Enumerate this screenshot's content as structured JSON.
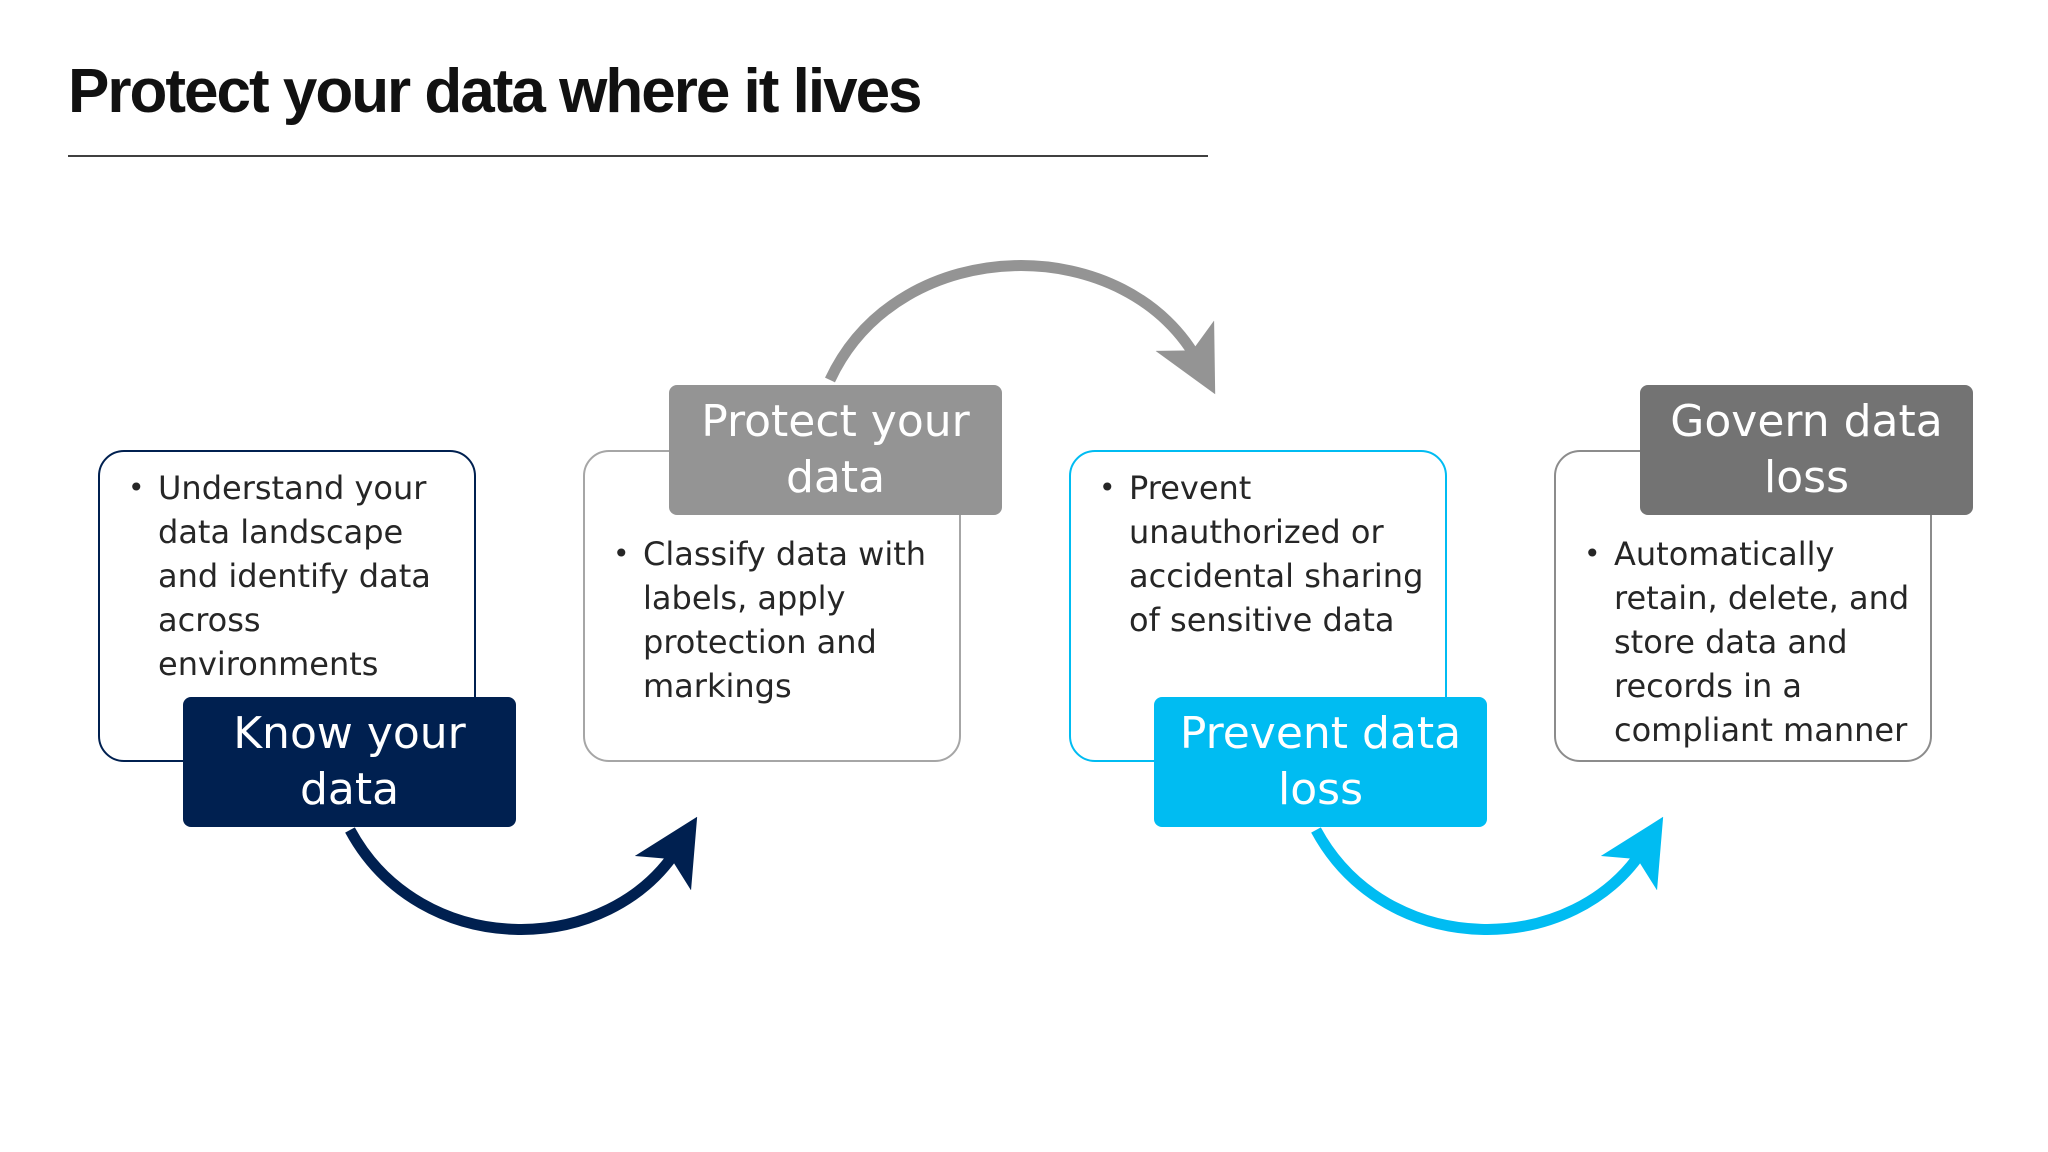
{
  "slide": {
    "title": "Protect your data where it lives"
  },
  "steps": [
    {
      "label": "Know your data",
      "bullet": "Understand your data landscape and identify data across environments",
      "label_color": "#002050",
      "border_color": "#002050"
    },
    {
      "label": "Protect your data",
      "bullet": "Classify data with labels, apply protection and markings",
      "label_color": "#949494",
      "border_color": "#a6a6a6"
    },
    {
      "label": "Prevent data loss",
      "bullet": "Prevent unauthorized or accidental sharing of sensitive data",
      "label_color": "#00bcf2",
      "border_color": "#00bcf2"
    },
    {
      "label": "Govern data loss",
      "bullet": "Automatically retain, delete, and store data and records in a compliant manner",
      "label_color": "#737373",
      "border_color": "#8c8c8c"
    }
  ],
  "arrows": [
    {
      "name": "arrow-know-to-protect",
      "color": "#002050"
    },
    {
      "name": "arrow-protect-to-prevent",
      "color": "#949494"
    },
    {
      "name": "arrow-prevent-to-govern",
      "color": "#00bcf2"
    }
  ]
}
